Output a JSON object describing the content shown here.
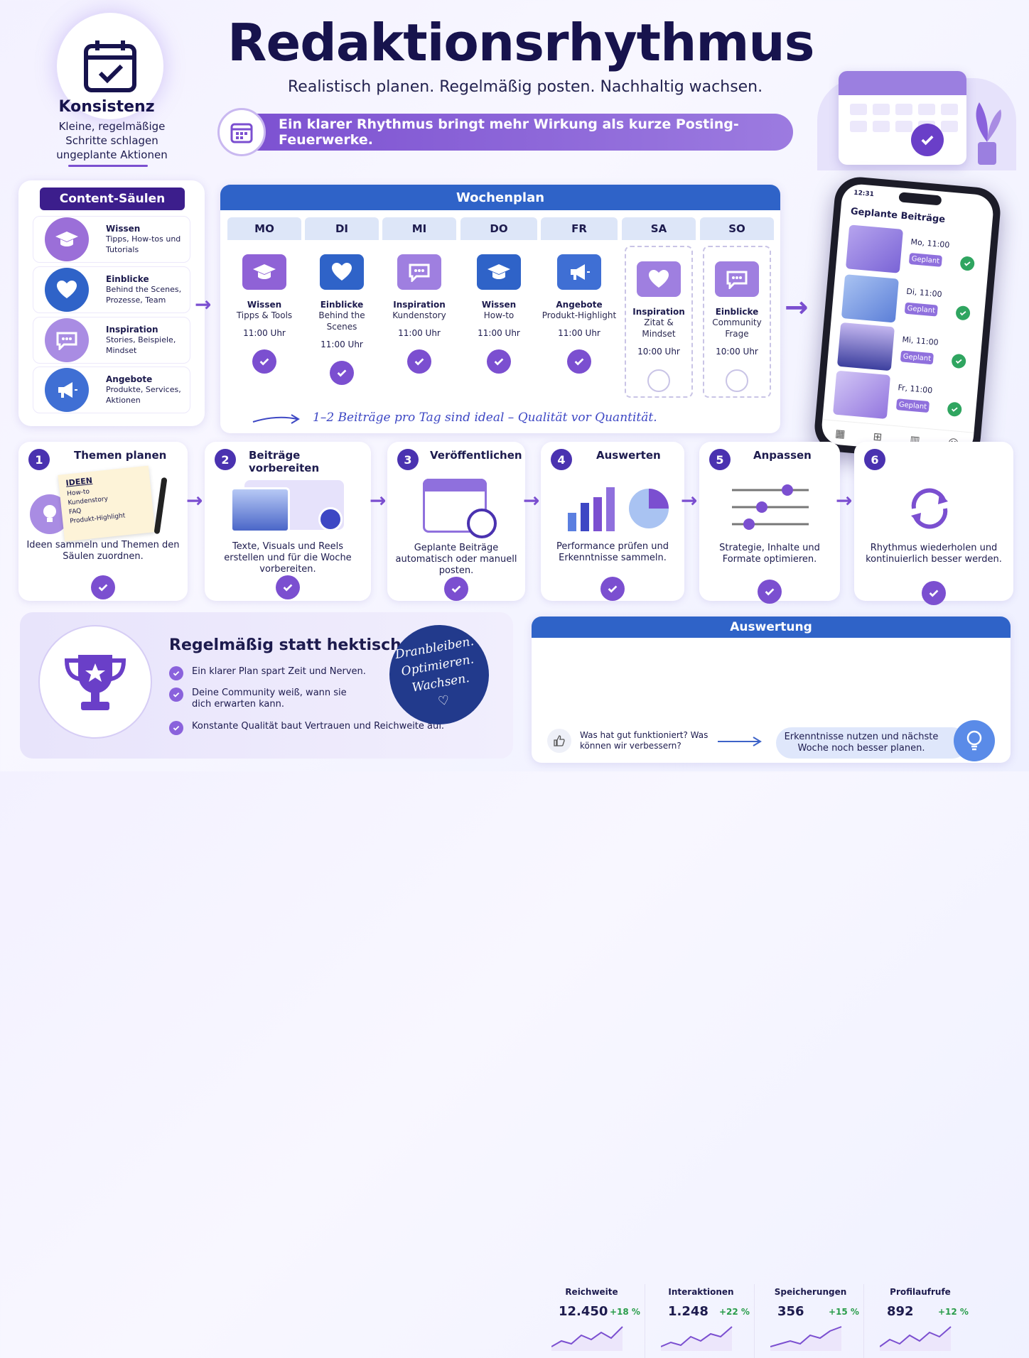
{
  "header": {
    "title": "Redaktionsrhythmus",
    "subtitle": "Realistisch planen. Regelmäßig posten. Nachhaltig wachsen.",
    "banner": "Ein klarer Rhythmus bringt mehr Wirkung als kurze Posting-Feuerwerke."
  },
  "konsistenz": {
    "title": "Konsistenz",
    "text": "Kleine, regelmäßige Schritte schlagen ungeplante Aktionen"
  },
  "pillars": {
    "heading": "Content-Säulen",
    "items": [
      {
        "title": "Wissen",
        "desc": "Tipps, How-tos und Tutorials",
        "icon": "graduation-cap-icon",
        "color": "#9b6fd8"
      },
      {
        "title": "Einblicke",
        "desc": "Behind the Scenes, Prozesse, Team",
        "icon": "heart-icon",
        "color": "#2f63c8"
      },
      {
        "title": "Inspiration",
        "desc": "Stories, Beispiele, Mindset",
        "icon": "chat-bubble-icon",
        "color": "#a98ce3"
      },
      {
        "title": "Angebote",
        "desc": "Produkte, Services, Aktionen",
        "icon": "megaphone-icon",
        "color": "#3f6fd4"
      }
    ]
  },
  "week": {
    "heading": "Wochenplan",
    "days": [
      {
        "day": "MO",
        "name": "Wissen",
        "sub": "Tipps & Tools",
        "time": "11:00 Uhr",
        "icon": "graduation-cap-icon",
        "color": "#8f62d6",
        "planned": true
      },
      {
        "day": "DI",
        "name": "Einblicke",
        "sub": "Behind the Scenes",
        "time": "11:00 Uhr",
        "icon": "heart-icon",
        "color": "#2f63c8",
        "planned": true
      },
      {
        "day": "MI",
        "name": "Inspiration",
        "sub": "Kundenstory",
        "time": "11:00 Uhr",
        "icon": "chat-bubble-icon",
        "color": "#9f7fe0",
        "planned": true
      },
      {
        "day": "DO",
        "name": "Wissen",
        "sub": "How-to",
        "time": "11:00 Uhr",
        "icon": "graduation-cap-icon",
        "color": "#2f63c8",
        "planned": true
      },
      {
        "day": "FR",
        "name": "Angebote",
        "sub": "Produkt-Highlight",
        "time": "11:00 Uhr",
        "icon": "megaphone-icon",
        "color": "#3f6fd4",
        "planned": true
      },
      {
        "day": "SA",
        "name": "Inspiration",
        "sub": "Zitat & Mindset",
        "time": "10:00 Uhr",
        "icon": "heart-icon",
        "color": "#9f7fe0",
        "planned": false
      },
      {
        "day": "SO",
        "name": "Einblicke",
        "sub": "Community Frage",
        "time": "10:00 Uhr",
        "icon": "chat-bubble-icon",
        "color": "#9f7fe0",
        "planned": false
      }
    ],
    "hint": "1–2 Beiträge pro Tag sind ideal – Qualität vor Quantität."
  },
  "phone": {
    "time": "12:31",
    "heading": "Geplante Beiträge",
    "posts": [
      {
        "date": "Mo, 11:00",
        "status": "Geplant"
      },
      {
        "date": "Di, 11:00",
        "status": "Geplant"
      },
      {
        "date": "Mi, 11:00",
        "status": "Geplant"
      },
      {
        "date": "Fr, 11:00",
        "status": "Geplant"
      }
    ]
  },
  "steps": [
    {
      "num": "1",
      "title": "Themen planen",
      "desc": "Ideen sammeln und Themen den Säulen zuordnen.",
      "note": {
        "title": "IDEEN",
        "items": [
          "How-to",
          "Kundenstory",
          "FAQ",
          "Produkt-Highlight"
        ]
      }
    },
    {
      "num": "2",
      "title": "Beiträge vorbereiten",
      "desc": "Texte, Visuals und Reels erstellen und für die Woche vorbereiten."
    },
    {
      "num": "3",
      "title": "Veröffentlichen",
      "desc": "Geplante Beiträge automatisch oder manuell posten."
    },
    {
      "num": "4",
      "title": "Auswerten",
      "desc": "Performance prüfen und Erkenntnisse sammeln."
    },
    {
      "num": "5",
      "title": "Anpassen",
      "desc": "Strategie, Inhalte und Formate optimieren."
    },
    {
      "num": "6",
      "title": "",
      "desc": "Rhythmus wiederholen und kontinuierlich besser werden."
    }
  ],
  "summary": {
    "title": "Regelmäßig statt hektisch.",
    "items": [
      "Ein klarer Plan spart Zeit und Nerven.",
      "Deine Community weiß, wann sie dich erwarten kann.",
      "Konstante Qualität baut Vertrauen und Reichweite auf."
    ],
    "badge": [
      "Dranbleiben.",
      "Optimieren.",
      "Wachsen."
    ]
  },
  "auswertung": {
    "heading": "Auswertung",
    "kpis": [
      {
        "label": "Reichweite",
        "value": "12.450",
        "change": "+18 %"
      },
      {
        "label": "Interaktionen",
        "value": "1.248",
        "change": "+22 %"
      },
      {
        "label": "Speicherungen",
        "value": "356",
        "change": "+15 %"
      },
      {
        "label": "Profilaufrufe",
        "value": "892",
        "change": "+12 %"
      }
    ],
    "questions": "Was hat gut funktioniert? Was können wir verbessern?",
    "insight": "Erkenntnisse nutzen und nächste Woche noch besser planen."
  }
}
